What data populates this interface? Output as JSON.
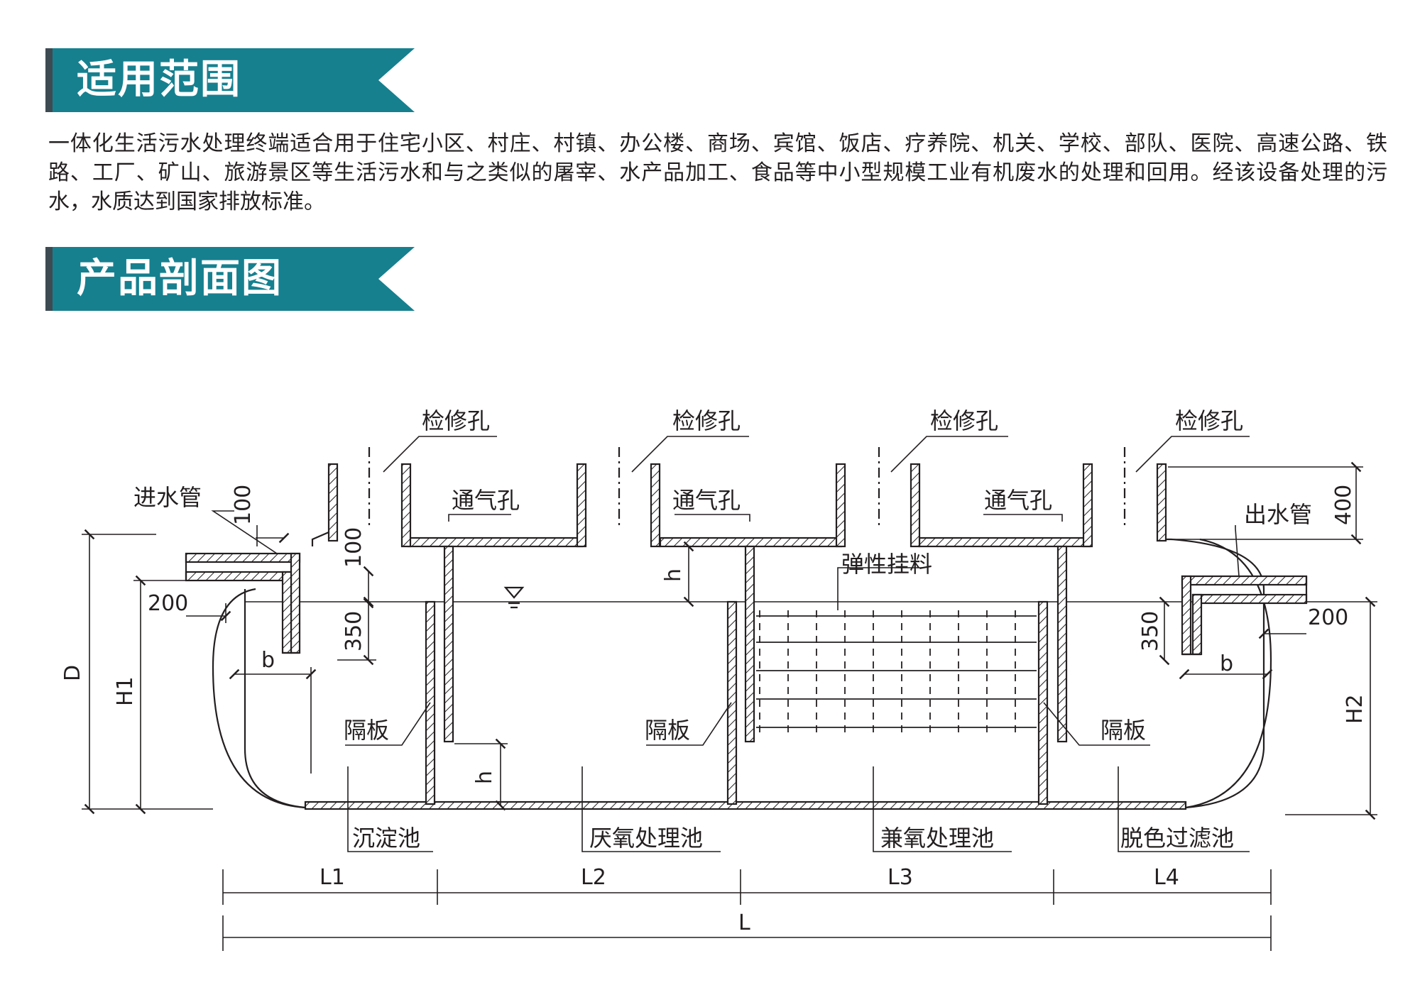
{
  "sections": {
    "scope": {
      "title": "适用范围",
      "body": "一体化生活污水处理终端适合用于住宅小区、村庄、村镇、办公楼、商场、宾馆、饭店、疗养院、机关、学校、部队、医院、高速公路、铁路、工厂、矿山、旅游景区等生活污水和与之类似的屠宰、水产品加工、食品等中小型规模工业有机废水的处理和回用。经该设备处理的污水，水质达到国家排放标准。"
    },
    "section_view": {
      "title": "产品剖面图"
    }
  },
  "diagram": {
    "labels": {
      "manhole": "检修孔",
      "vent": "通气孔",
      "inlet_pipe": "进水管",
      "outlet_pipe": "出水管",
      "elastic_filler": "弹性挂料",
      "baffle": "隔板",
      "sedimentation_tank": "沉淀池",
      "anaerobic_tank": "厌氧处理池",
      "facultative_tank": "兼氧处理池",
      "decolor_filter_tank": "脱色过滤池"
    },
    "dimensions": {
      "d100": "100",
      "d200": "200",
      "d350": "350",
      "d400": "400",
      "h": "h",
      "b": "b",
      "D": "D",
      "H1": "H1",
      "H2": "H2",
      "L": "L",
      "L1": "L1",
      "L2": "L2",
      "L3": "L3",
      "L4": "L4"
    }
  },
  "colors": {
    "banner": "#16808f",
    "banner_edge": "#3d4a52",
    "ink": "#231f20"
  }
}
